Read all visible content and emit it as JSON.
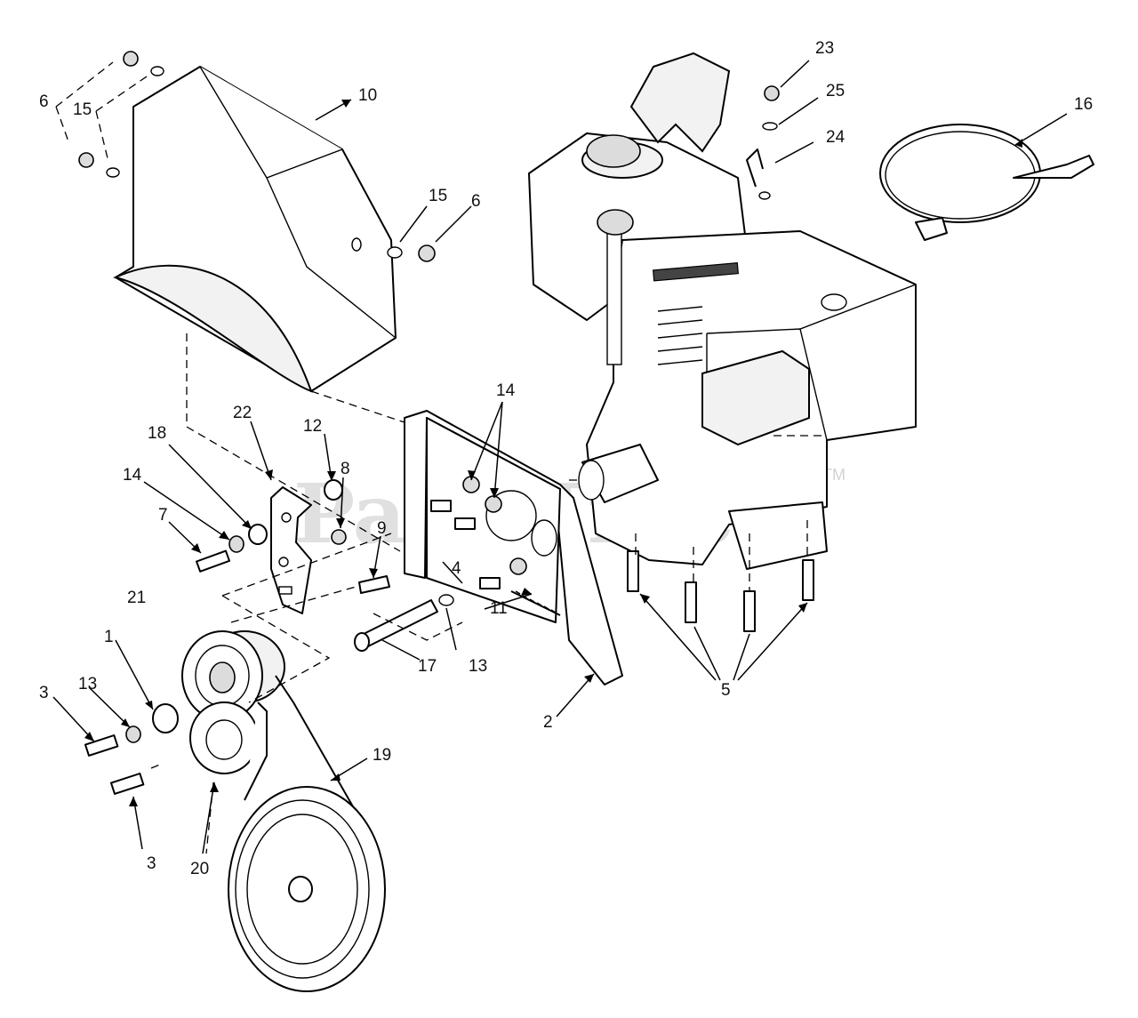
{
  "watermark": {
    "text": "PartsTree",
    "mark": "TM"
  },
  "callouts": [
    {
      "id": "c1",
      "label": "1"
    },
    {
      "id": "c2",
      "label": "2"
    },
    {
      "id": "c3a",
      "label": "3"
    },
    {
      "id": "c3b",
      "label": "3"
    },
    {
      "id": "c4",
      "label": "4"
    },
    {
      "id": "c5",
      "label": "5"
    },
    {
      "id": "c6a",
      "label": "6"
    },
    {
      "id": "c6b",
      "label": "6"
    },
    {
      "id": "c7",
      "label": "7"
    },
    {
      "id": "c8",
      "label": "8"
    },
    {
      "id": "c9",
      "label": "9"
    },
    {
      "id": "c10",
      "label": "10"
    },
    {
      "id": "c11",
      "label": "11"
    },
    {
      "id": "c12",
      "label": "12"
    },
    {
      "id": "c13a",
      "label": "13"
    },
    {
      "id": "c13b",
      "label": "13"
    },
    {
      "id": "c14a",
      "label": "14"
    },
    {
      "id": "c14b",
      "label": "14"
    },
    {
      "id": "c15a",
      "label": "15"
    },
    {
      "id": "c15b",
      "label": "15"
    },
    {
      "id": "c16",
      "label": "16"
    },
    {
      "id": "c17",
      "label": "17"
    },
    {
      "id": "c18",
      "label": "18"
    },
    {
      "id": "c19",
      "label": "19"
    },
    {
      "id": "c20",
      "label": "20"
    },
    {
      "id": "c21",
      "label": "21"
    },
    {
      "id": "c22",
      "label": "22"
    },
    {
      "id": "c23",
      "label": "23"
    },
    {
      "id": "c24",
      "label": "24"
    },
    {
      "id": "c25",
      "label": "25"
    }
  ]
}
